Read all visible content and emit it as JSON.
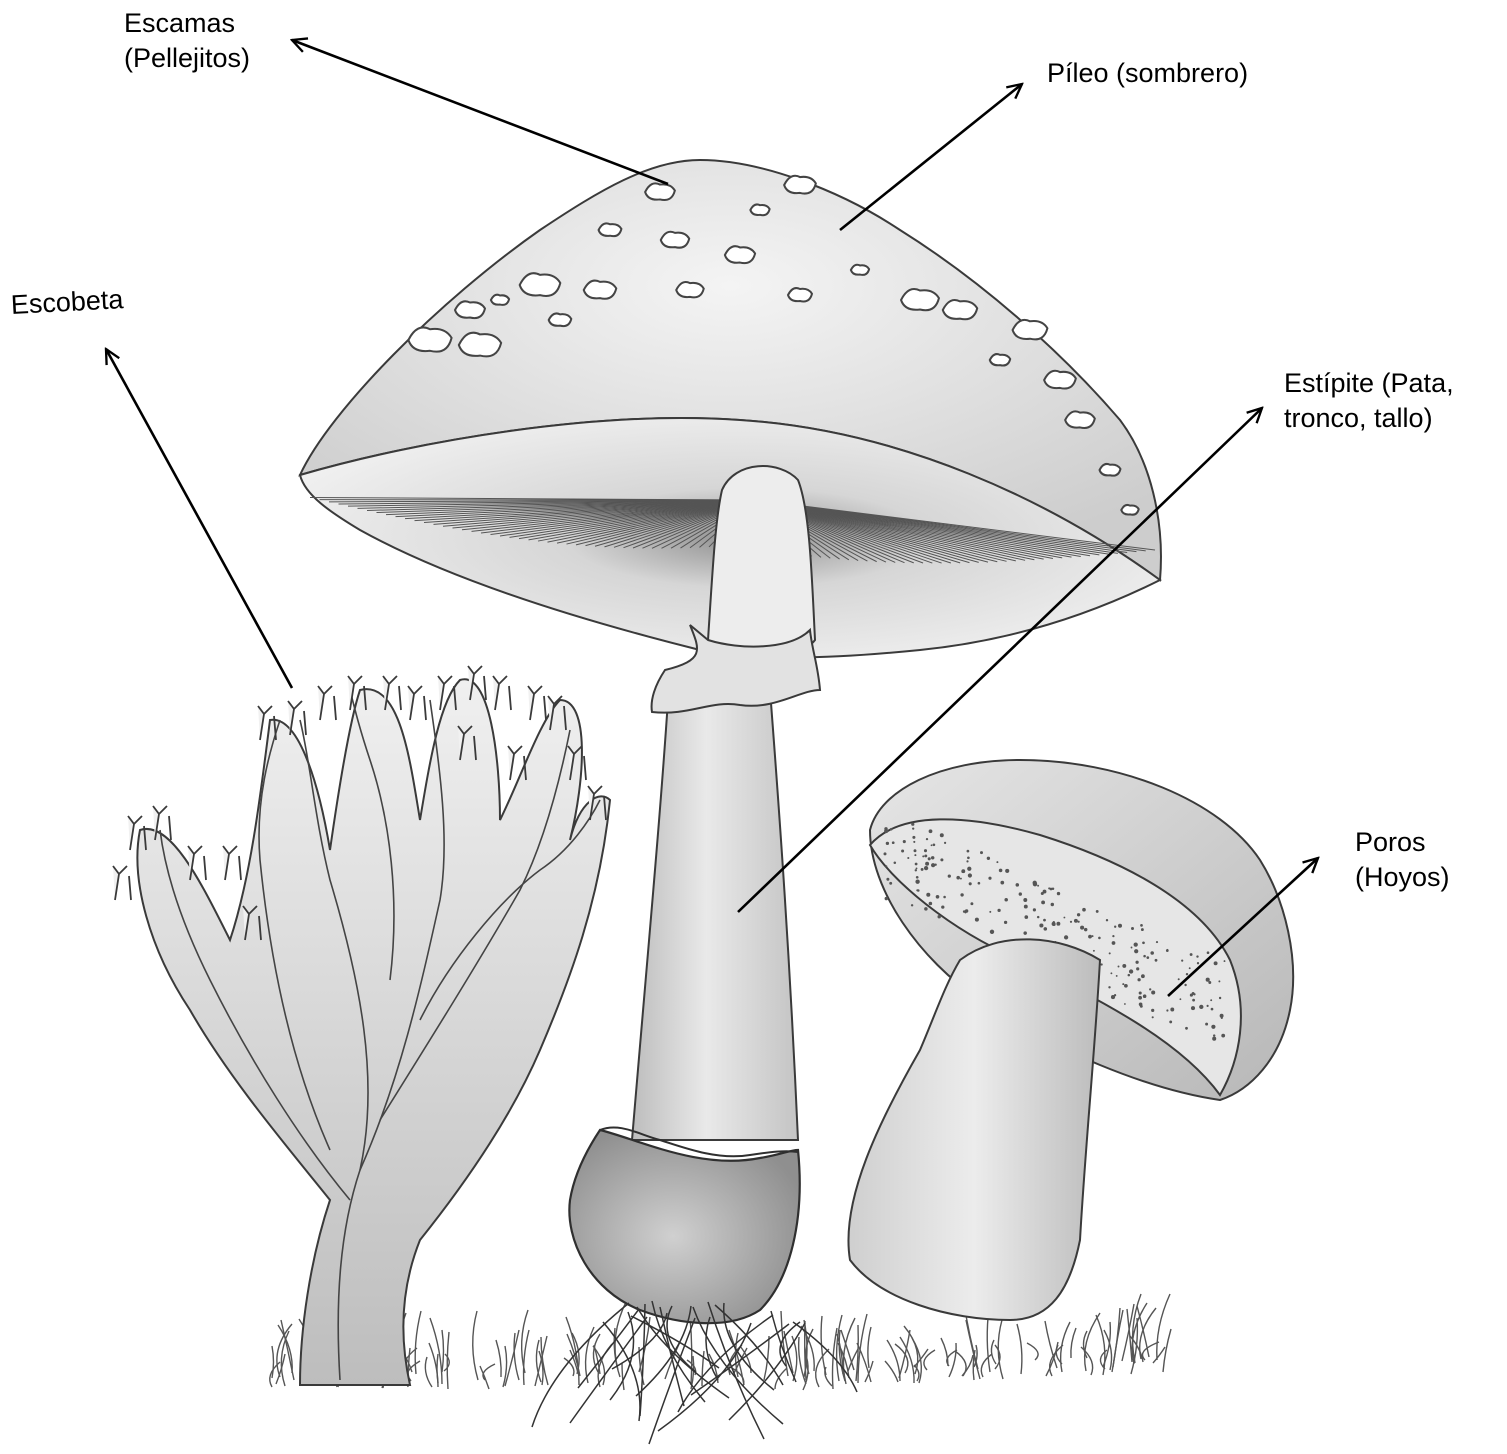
{
  "labels": {
    "escamas": {
      "line1": "Escamas",
      "line2": "(Pellejitos)"
    },
    "pileo": {
      "line1": "Píleo (sombrero)"
    },
    "escobeta": {
      "line1": "Escobeta"
    },
    "estipite": {
      "line1": "Estípite (Pata,",
      "line2": "tronco, tallo)"
    },
    "poros": {
      "line1": "Poros",
      "line2": "(Hoyos)"
    }
  },
  "colors": {
    "ink": "#000000",
    "pencil": "#3a3a3a",
    "shade_light": "#e4e4e4",
    "shade_mid": "#c9c9c9",
    "shade_dark": "#9a9a9a",
    "background": "#ffffff"
  }
}
